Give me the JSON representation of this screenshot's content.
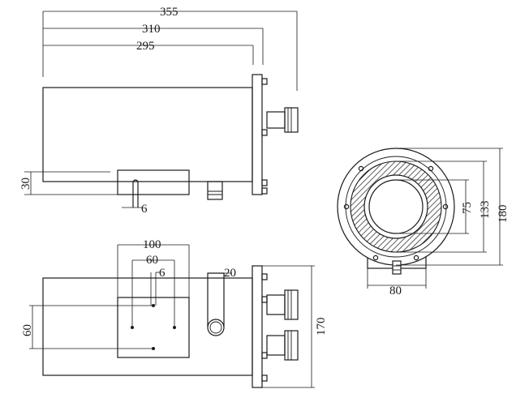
{
  "dimensions": {
    "side_overall": "355",
    "side_body_flange": "310",
    "side_body": "295",
    "side_height": "30",
    "side_pin": "6",
    "plan_width_100": "100",
    "plan_width_60": "60",
    "plan_small_6": "6",
    "plan_slot": "20",
    "plan_depth_60": "60",
    "plan_height": "170",
    "front_inner": "75",
    "front_mid": "133",
    "front_outer": "180",
    "front_base": "80"
  }
}
